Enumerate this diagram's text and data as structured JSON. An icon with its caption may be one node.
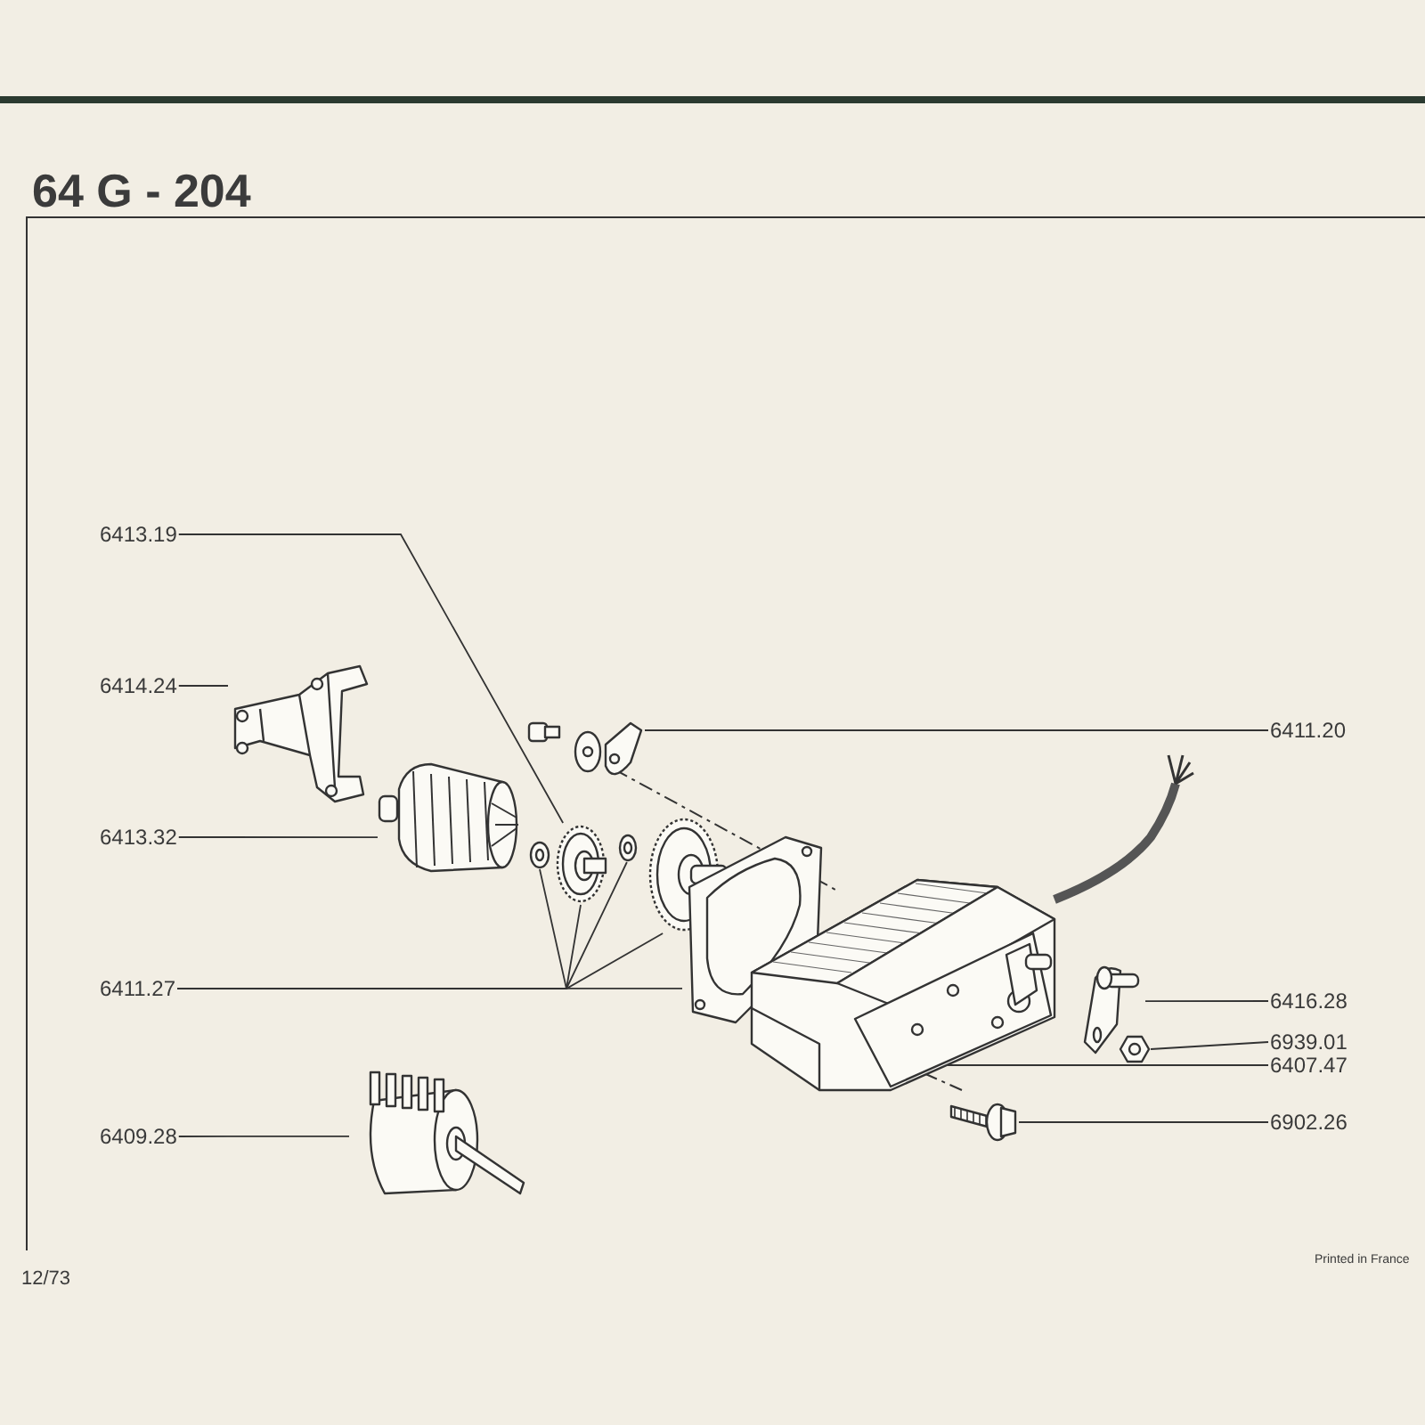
{
  "diagram": {
    "title": "64 G - 204",
    "nodes": [
      {
        "text": [
          "6413.19"
        ]
      },
      {
        "text": [],
        "shape": "picture"
      },
      {
        "text": [
          "6414.24"
        ]
      },
      {
        "text": [],
        "shape": "picture"
      },
      {
        "text": [
          "6411.20"
        ]
      },
      {
        "text": [],
        "shape": "picture"
      },
      {
        "text": [
          "6413.32"
        ]
      },
      {
        "text": [],
        "shape": "picture"
      },
      {
        "text": [
          "6411.27"
        ]
      },
      {
        "text": [],
        "shape": "picture"
      },
      {
        "text": [],
        "shape": "picture"
      },
      {
        "text": [],
        "shape": "picture"
      },
      {
        "text": [],
        "shape": "picture"
      },
      {
        "text": [
          "6416.28"
        ]
      },
      {
        "text": [],
        "shape": "picture"
      },
      {
        "text": [
          "6939.01"
        ]
      },
      {
        "text": [],
        "shape": "picture"
      },
      {
        "text": [
          "6407.47"
        ]
      },
      {
        "text": [],
        "shape": "picture"
      },
      {
        "text": [
          "6902.26"
        ]
      },
      {
        "text": [],
        "shape": "picture"
      },
      {
        "text": [
          "6409.28"
        ]
      },
      {
        "text": [],
        "shape": "picture"
      }
    ],
    "edges": [
      {
        "from": 0,
        "to": 1,
        "arrow": "none"
      },
      {
        "from": 2,
        "to": 3,
        "arrow": "none"
      },
      {
        "from": 4,
        "to": 5,
        "arrow": "none"
      },
      {
        "from": 6,
        "to": 7,
        "arrow": "none"
      },
      {
        "from": 8,
        "to": 9,
        "arrow": "none"
      },
      {
        "from": 8,
        "to": 1,
        "arrow": "none"
      },
      {
        "from": 8,
        "to": 10,
        "arrow": "none"
      },
      {
        "from": 8,
        "to": 11,
        "arrow": "none"
      },
      {
        "from": 8,
        "to": 12,
        "arrow": "none"
      },
      {
        "from": 13,
        "to": 14,
        "arrow": "none"
      },
      {
        "from": 15,
        "to": 16,
        "arrow": "none"
      },
      {
        "from": 17,
        "to": 18,
        "arrow": "none"
      },
      {
        "from": 19,
        "to": 20,
        "arrow": "none"
      },
      {
        "from": 21,
        "to": 22,
        "arrow": "none"
      }
    ],
    "labels": [
      "12/73",
      "Printed in France"
    ]
  }
}
